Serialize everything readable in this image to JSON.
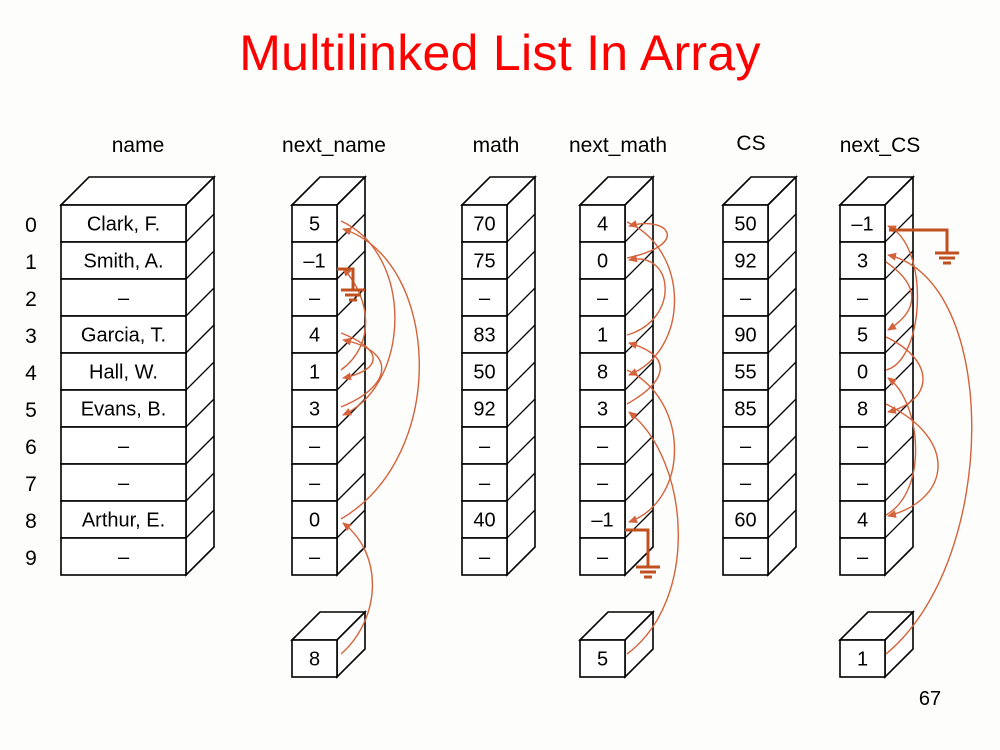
{
  "slide": {
    "title": "Multilinked List In Array",
    "page_number": "67"
  },
  "row_indices": [
    "0",
    "1",
    "2",
    "3",
    "4",
    "5",
    "6",
    "7",
    "8",
    "9"
  ],
  "columns": [
    {
      "key": "name",
      "header": "name",
      "values": [
        "Clark, F.",
        "Smith, A.",
        "–",
        "Garcia, T.",
        "Hall, W.",
        "Evans, B.",
        "–",
        "–",
        "Arthur, E.",
        "–"
      ]
    },
    {
      "key": "next_name",
      "header": "next_name",
      "values": [
        "5",
        "–1",
        "–",
        "4",
        "1",
        "3",
        "–",
        "–",
        "0",
        "–"
      ]
    },
    {
      "key": "math",
      "header": "math",
      "values": [
        "70",
        "75",
        "–",
        "83",
        "50",
        "92",
        "–",
        "–",
        "40",
        "–"
      ]
    },
    {
      "key": "next_math",
      "header": "next_math",
      "values": [
        "4",
        "0",
        "–",
        "1",
        "8",
        "3",
        "–",
        "–",
        "–1",
        "–"
      ]
    },
    {
      "key": "cs",
      "header": "CS",
      "values": [
        "50",
        "92",
        "–",
        "90",
        "55",
        "85",
        "–",
        "–",
        "60",
        "–"
      ]
    },
    {
      "key": "next_cs",
      "header": "next_CS",
      "values": [
        "–1",
        "3",
        "–",
        "5",
        "0",
        "8",
        "–",
        "–",
        "4",
        "–"
      ]
    }
  ],
  "heads": [
    {
      "key": "name_head",
      "value": "8"
    },
    {
      "key": "math_head",
      "value": "5"
    },
    {
      "key": "cs_head",
      "value": "1"
    }
  ],
  "colors": {
    "arrow": "#d4623a",
    "ground": "#c0501f",
    "title": "#ff0000"
  }
}
